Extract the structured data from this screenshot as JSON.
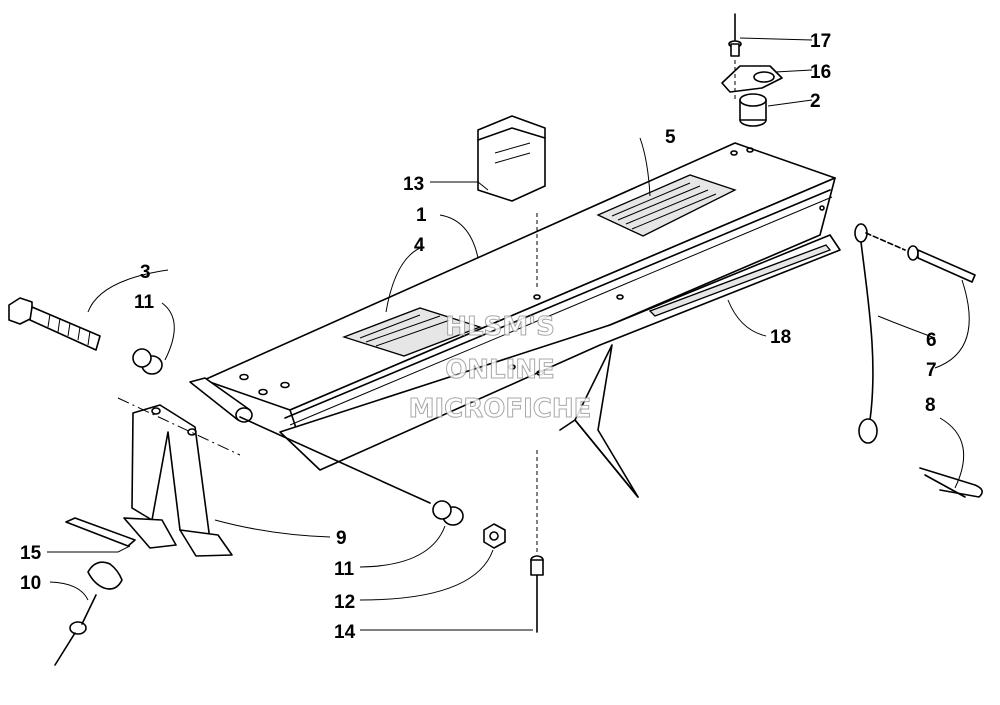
{
  "watermark": {
    "lines": [
      "HLSM'S",
      "ONLINE",
      "MICROFICHE"
    ],
    "color": "#999999"
  },
  "callouts": [
    {
      "id": "c1",
      "label": "1"
    },
    {
      "id": "c2",
      "label": "2"
    },
    {
      "id": "c3",
      "label": "3"
    },
    {
      "id": "c4",
      "label": "4"
    },
    {
      "id": "c5",
      "label": "5"
    },
    {
      "id": "c6",
      "label": "6"
    },
    {
      "id": "c7",
      "label": "7"
    },
    {
      "id": "c8",
      "label": "8"
    },
    {
      "id": "c9",
      "label": "9"
    },
    {
      "id": "c10",
      "label": "10"
    },
    {
      "id": "c11a",
      "label": "11"
    },
    {
      "id": "c11b",
      "label": "11"
    },
    {
      "id": "c12",
      "label": "12"
    },
    {
      "id": "c13",
      "label": "13"
    },
    {
      "id": "c14",
      "label": "14"
    },
    {
      "id": "c15",
      "label": "15"
    },
    {
      "id": "c16",
      "label": "16"
    },
    {
      "id": "c17",
      "label": "17"
    },
    {
      "id": "c18",
      "label": "18"
    }
  ]
}
